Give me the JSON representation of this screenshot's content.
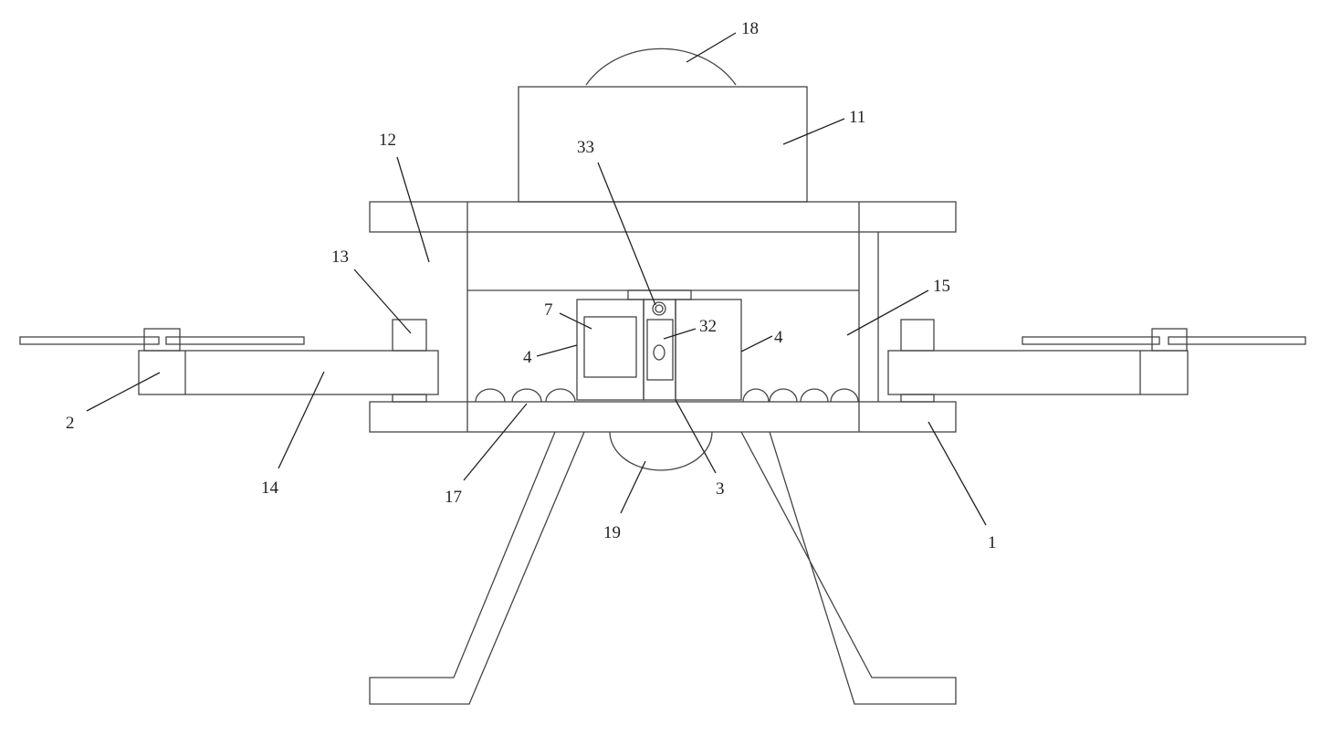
{
  "labels": {
    "l18": "18",
    "l11": "11",
    "l33": "33",
    "l12": "12",
    "l13": "13",
    "l15": "15",
    "l7": "7",
    "l32": "32",
    "l4a": "4",
    "l4b": "4",
    "l2": "2",
    "l14": "14",
    "l17": "17",
    "l19": "19",
    "l3": "3",
    "l1": "1"
  }
}
